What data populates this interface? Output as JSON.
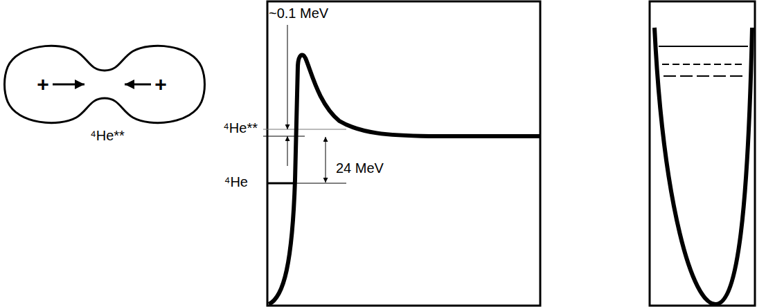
{
  "diagram": {
    "nodes": [
      {
        "text": [
          "+",
          "+",
          "⁴He**"
        ]
      }
    ],
    "labels": [
      "~0.1 MeV",
      "⁴He**",
      "24 MeV",
      "⁴He"
    ]
  }
}
